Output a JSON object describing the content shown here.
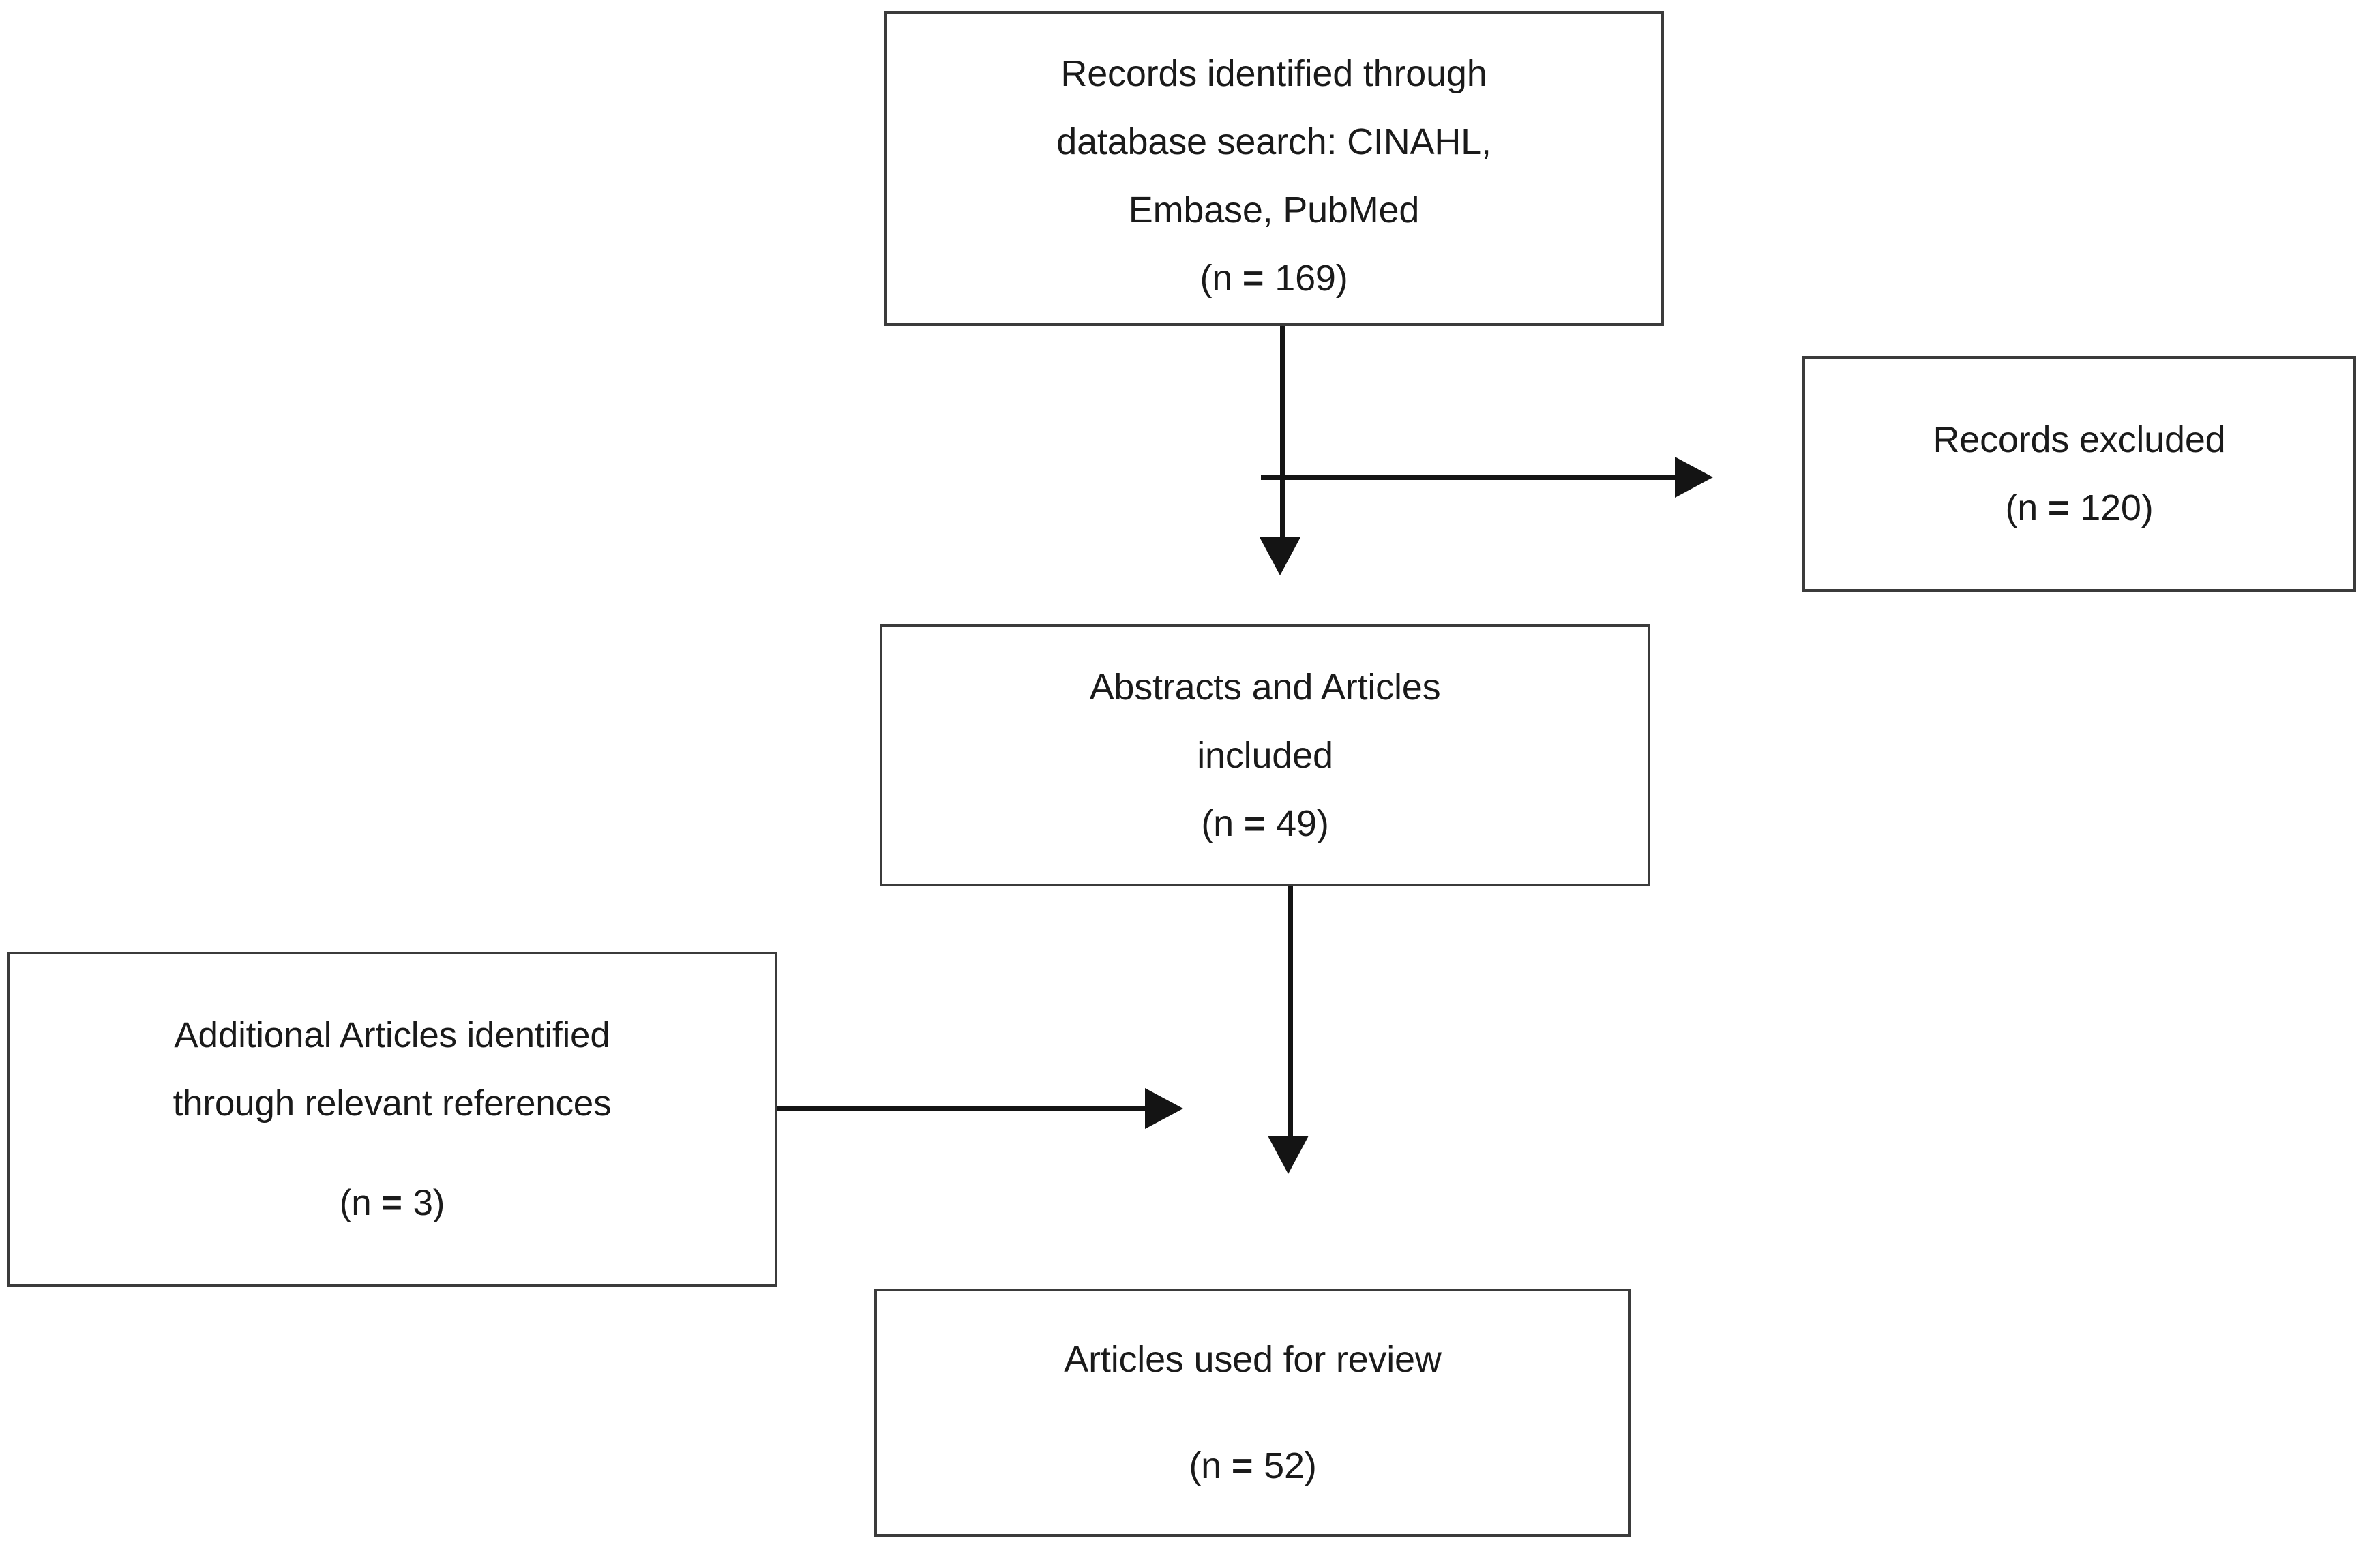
{
  "diagram": {
    "title": "PRISMA study selection flow diagram",
    "type": "flowchart",
    "background_color": "#ffffff",
    "box_border_color": "#3b3b3b",
    "connector_color": "#141414",
    "text_color": "#1a1a1a"
  },
  "nodes": {
    "records_identified": {
      "id": "records-identified",
      "line1": "Records identified through",
      "line2": "database search: CINAHL,",
      "line3": "Embase, PubMed",
      "count_prefix": "(n ",
      "count_eq": "=",
      "count_suffix": " 169)",
      "count_label": "(n = 169)",
      "n": 169
    },
    "records_excluded": {
      "id": "records-excluded",
      "line1": "Records excluded",
      "count_prefix": "(n ",
      "count_eq": "=",
      "count_suffix": " 120)",
      "count_label": "(n = 120)",
      "n": 120
    },
    "abstracts_included": {
      "id": "abstracts-included",
      "line1": "Abstracts and Articles",
      "line2": "included",
      "count_prefix": "(n ",
      "count_eq": "=",
      "count_suffix": " 49)",
      "count_label": "(n = 49)",
      "n": 49
    },
    "additional_articles": {
      "id": "additional-articles",
      "line1": "Additional  Articles identified",
      "line2": "through  relevant references",
      "count_prefix": "(n ",
      "count_eq": "=",
      "count_suffix": " 3)",
      "count_label": "(n = 3)",
      "n": 3
    },
    "articles_review": {
      "id": "articles-review",
      "line1": "Articles used for review",
      "count_prefix": "(n ",
      "count_eq": "=",
      "count_suffix": " 52)",
      "count_label": "(n = 52)",
      "n": 52
    }
  },
  "connectors": [
    {
      "id": "identified-to-abstracts",
      "from": "records_identified",
      "to": "abstracts_included",
      "direction": "down",
      "arrowhead": true
    },
    {
      "id": "identified-to-excluded",
      "from": "records_identified",
      "to": "records_excluded",
      "direction": "right",
      "arrowhead": true
    },
    {
      "id": "abstracts-to-review",
      "from": "abstracts_included",
      "to": "articles_review",
      "direction": "down",
      "arrowhead": true
    },
    {
      "id": "additional-to-review",
      "from": "additional_articles",
      "to": "articles_review",
      "direction": "right",
      "arrowhead": true
    }
  ]
}
